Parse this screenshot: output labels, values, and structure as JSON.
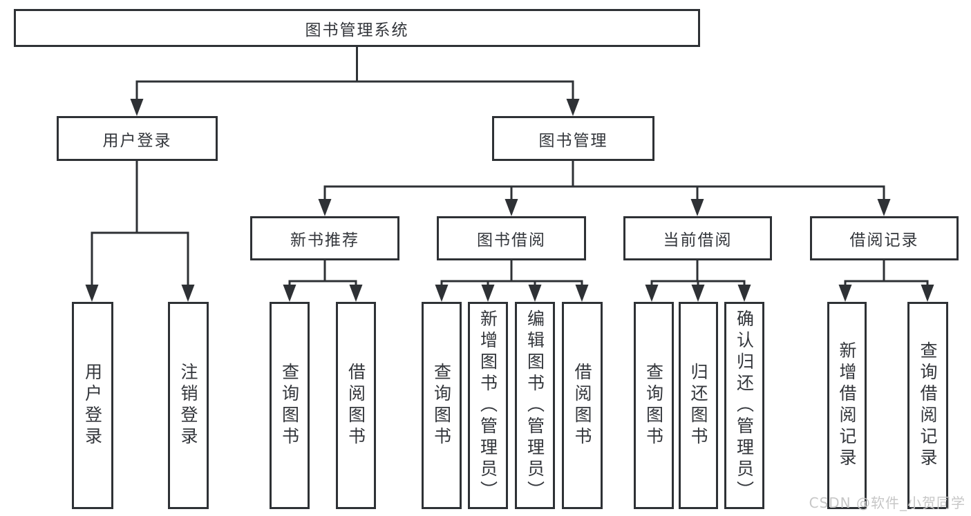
{
  "colors": {
    "line": "#2e3135",
    "text": "#33363b",
    "background": "#ffffff",
    "watermark": "#c7c7c7"
  },
  "nodes": {
    "root": "图书管理系统",
    "user_login": "用户登录",
    "book_management": "图书管理",
    "user_login_leaves": [
      "用户登录",
      "注销登录"
    ],
    "sections": [
      {
        "label": "新书推荐",
        "leaves": [
          "查询图书",
          "借阅图书"
        ]
      },
      {
        "label": "图书借阅",
        "leaves": [
          "查询图书",
          "新增图书（管理员）",
          "编辑图书（管理员）",
          "借阅图书"
        ]
      },
      {
        "label": "当前借阅",
        "leaves": [
          "查询图书",
          "归还图书",
          "确认归还（管理员）"
        ]
      },
      {
        "label": "借阅记录",
        "leaves": [
          "新增借阅记录",
          "查询借阅记录"
        ]
      }
    ]
  },
  "watermark": "CSDN @软件_小贺同学"
}
